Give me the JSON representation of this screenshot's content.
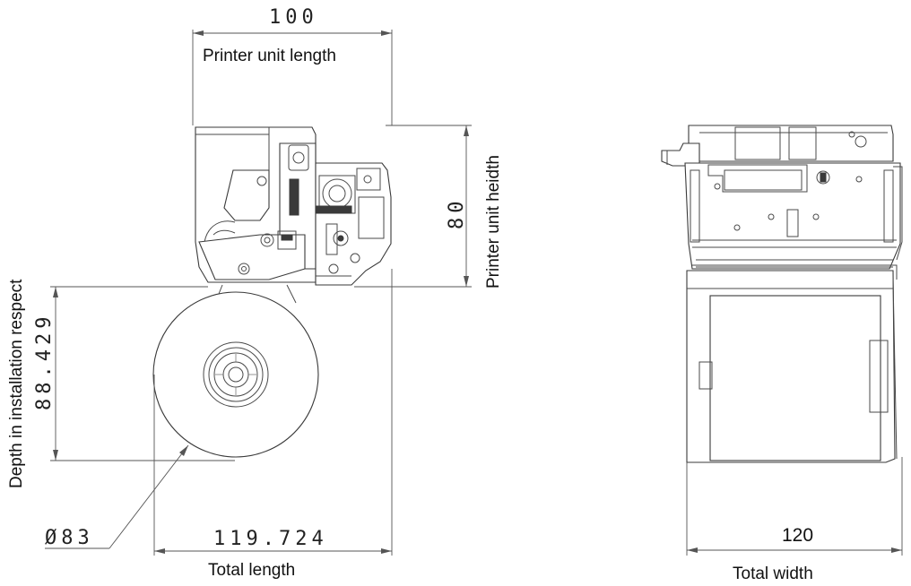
{
  "left_view": {
    "printer_unit_length_value": "100",
    "printer_unit_length_label": "Printer unit length",
    "printer_unit_height_value": "80",
    "printer_unit_height_label": "Printer unit heidth",
    "depth_value": "88.429",
    "depth_label": "Depth in installation respect",
    "diameter_value": "Ø83",
    "total_length_value": "119.724",
    "total_length_label": "Total length"
  },
  "right_view": {
    "total_width_value": "120",
    "total_width_label": "Total width"
  },
  "colors": {
    "line": "#4a4a4a",
    "text": "#111111",
    "background": "#ffffff"
  }
}
